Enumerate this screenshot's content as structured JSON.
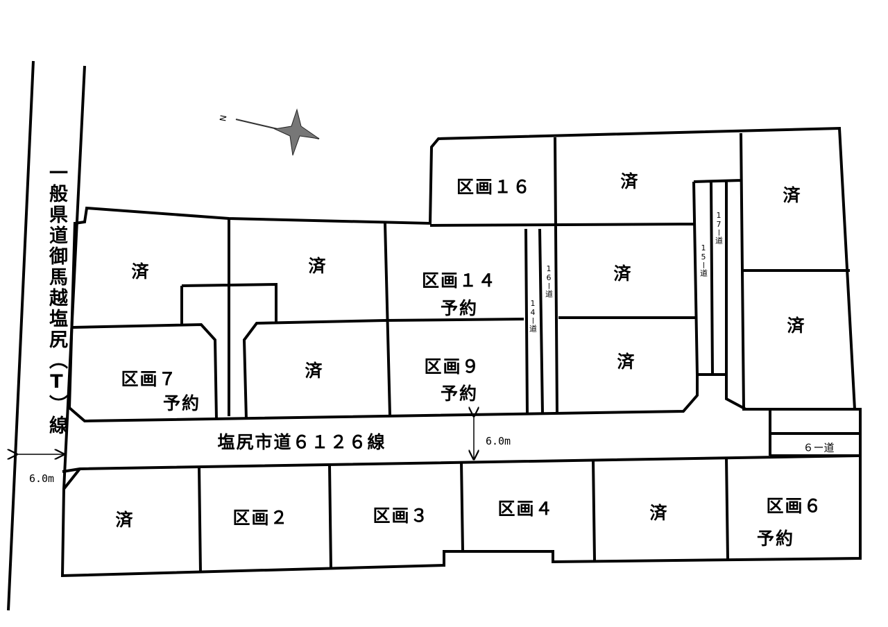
{
  "prefectural_road": "一般県道御馬越塩尻（T）線",
  "prefectural_road_width": "6.0m",
  "city_road": "塩尻市道６１２６線",
  "city_road_width": "6.0m",
  "compass_letter": "N",
  "small_roads": {
    "r14": "14ー道",
    "r16": "16ー道",
    "r15": "15ー道",
    "r17": "17ー道",
    "r6": "６ー道"
  },
  "upper_lots": [
    {
      "name": "済"
    },
    {
      "name": "済"
    },
    {
      "name": "区画１４",
      "status": "予約"
    },
    {
      "name": "区画１６"
    },
    {
      "name": "済"
    },
    {
      "name": "済"
    },
    {
      "name": "済"
    },
    {
      "name": "済"
    },
    {
      "name": "済"
    },
    {
      "name": "済"
    },
    {
      "name": "区画９",
      "status": "予約"
    },
    {
      "name": "区画７",
      "status": "予約"
    }
  ],
  "lower_lots": [
    {
      "name": "済"
    },
    {
      "name": "区画２"
    },
    {
      "name": "区画３"
    },
    {
      "name": "区画４"
    },
    {
      "name": "済"
    },
    {
      "name": "区画６",
      "status": "予約"
    }
  ]
}
